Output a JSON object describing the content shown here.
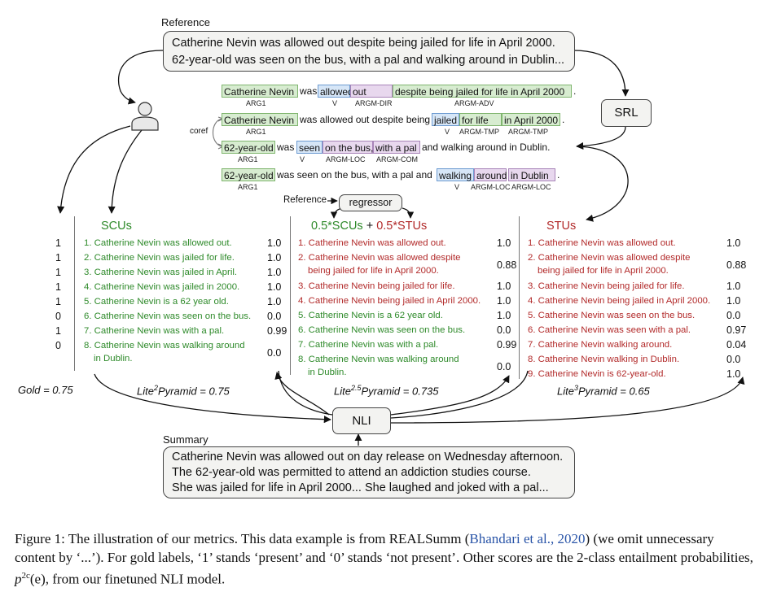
{
  "reference": {
    "label": "Reference",
    "lines": [
      "Catherine Nevin was allowed out despite being jailed for life in April 2000.",
      "62-year-old was seen on the bus, with a pal and walking around in Dublin..."
    ]
  },
  "nodes": {
    "srl": "SRL",
    "regressor": "regressor",
    "nli": "NLI",
    "regressor_input": "Reference",
    "coref": "coref"
  },
  "srl": {
    "rows": [
      {
        "tokens": [
          {
            "t": "Catherine Nevin",
            "c": "g"
          },
          {
            "t": " was ",
            "c": "t"
          },
          {
            "t": "allowed",
            "c": "b"
          },
          {
            "t": " out ",
            "c": "p"
          },
          {
            "t": "despite being jailed for life in April 2000",
            "c": "g"
          },
          {
            "t": ".",
            "c": "t"
          }
        ],
        "roles": [
          "ARG1",
          "V",
          "ARGM-DIR",
          "ARGM-ADV"
        ]
      },
      {
        "tokens": [
          {
            "t": "Catherine Nevin",
            "c": "g"
          },
          {
            "t": " was allowed out despite being ",
            "c": "t"
          },
          {
            "t": "jailed",
            "c": "b"
          },
          {
            "t": "for life",
            "c": "g"
          },
          {
            "t": "in April 2000",
            "c": "g"
          },
          {
            "t": ".",
            "c": "t"
          }
        ],
        "roles": [
          "ARG1",
          "V",
          "ARGM-TMP",
          "ARGM-TMP"
        ]
      },
      {
        "tokens": [
          {
            "t": "62-year-old",
            "c": "g"
          },
          {
            "t": " was ",
            "c": "t"
          },
          {
            "t": "seen",
            "c": "b"
          },
          {
            "t": "on the bus,",
            "c": "p"
          },
          {
            "t": "with a pal",
            "c": "p"
          },
          {
            "t": " and walking around in Dublin.",
            "c": "t"
          }
        ],
        "roles": [
          "ARG1",
          "V",
          "ARGM-LOC",
          "ARGM-COM"
        ]
      },
      {
        "tokens": [
          {
            "t": "62-year-old",
            "c": "g"
          },
          {
            "t": " was seen on the bus, with a pal and ",
            "c": "t"
          },
          {
            "t": "walking",
            "c": "b"
          },
          {
            "t": "around",
            "c": "p"
          },
          {
            "t": "in Dublin",
            "c": "p"
          },
          {
            "t": ".",
            "c": "t"
          }
        ],
        "roles": [
          "ARG1",
          "V",
          "ARGM-LOC",
          "ARGM-LOC"
        ]
      }
    ]
  },
  "gold_labels": [
    "1",
    "1",
    "1",
    "1",
    "1",
    "0",
    "1",
    "0"
  ],
  "scus": {
    "title": "SCUs",
    "items": [
      {
        "text": "1. Catherine Nevin was allowed out.",
        "score": "1.0"
      },
      {
        "text": "2. Catherine Nevin was jailed for life.",
        "score": "1.0"
      },
      {
        "text": "3. Catherine Nevin was jailed in April.",
        "score": "1.0"
      },
      {
        "text": "4. Catherine Nevin was jailed in 2000.",
        "score": "1.0"
      },
      {
        "text": "5. Catherine Nevin is a 62 year old.",
        "score": "1.0"
      },
      {
        "text": "6. Catherine Nevin was seen on the bus.",
        "score": "0.0"
      },
      {
        "text": "7. Catherine Nevin was with a pal.",
        "score": "0.99"
      },
      {
        "text": "8. Catherine Nevin was walking around",
        "text2": "in Dublin.",
        "score": "0.0"
      }
    ]
  },
  "mix": {
    "title_a": "0.5*SCUs",
    "title_b": " + ",
    "title_c": "0.5*STUs",
    "items": [
      {
        "text": "1. Catherine Nevin was allowed out.",
        "score": "1.0",
        "c": "red"
      },
      {
        "text": "2. Catherine Nevin was allowed despite",
        "text2": "being jailed for life in April 2000.",
        "score": "0.88",
        "c": "red"
      },
      {
        "text": "3. Catherine Nevin being jailed for life.",
        "score": "1.0",
        "c": "red"
      },
      {
        "text": "4. Catherine Nevin being jailed in April 2000.",
        "score": "1.0",
        "c": "red"
      },
      {
        "text": "5. Catherine Nevin is a 62 year old.",
        "score": "1.0",
        "c": "green"
      },
      {
        "text": "6. Catherine Nevin was seen on the bus.",
        "score": "0.0",
        "c": "green"
      },
      {
        "text": "7. Catherine Nevin was with a pal.",
        "score": "0.99",
        "c": "green"
      },
      {
        "text": "8. Catherine Nevin was walking around",
        "text2": "in Dublin.",
        "score": "0.0",
        "c": "green"
      }
    ]
  },
  "stus": {
    "title": "STUs",
    "items": [
      {
        "text": "1. Catherine Nevin was allowed out.",
        "score": "1.0"
      },
      {
        "text": "2. Catherine Nevin was allowed despite",
        "text2": "being jailed for life in April 2000.",
        "score": "0.88"
      },
      {
        "text": "3. Catherine Nevin being jailed for life.",
        "score": "1.0"
      },
      {
        "text": "4. Catherine Nevin being jailed in April 2000.",
        "score": "1.0"
      },
      {
        "text": "5. Catherine Nevin was seen on the bus.",
        "score": "0.0"
      },
      {
        "text": "6. Catherine Nevin was seen with a pal.",
        "score": "0.97"
      },
      {
        "text": "7. Catherine Nevin walking around.",
        "score": "0.04"
      },
      {
        "text": "8. Catherine Nevin walking in Dublin.",
        "score": "0.0"
      },
      {
        "text": "9. Catherine Nevin is 62-year-old.",
        "score": "1.0"
      }
    ]
  },
  "metrics": {
    "gold": "Gold = 0.75",
    "lite2_pre": "Lite",
    "lite2_sup": "2",
    "lite2_post": "Pyramid = 0.75",
    "lite25_pre": "Lite",
    "lite25_sup": "2.5",
    "lite25_post": "Pyramid = 0.735",
    "lite3_pre": "Lite",
    "lite3_sup": "3",
    "lite3_post": "Pyramid = 0.65"
  },
  "summary": {
    "label": "Summary",
    "lines": [
      "Catherine Nevin was allowed out on day release on Wednesday afternoon.",
      "The 62-year-old was permitted to attend an addiction studies course.",
      "She was jailed for life in April 2000... She laughed and joked with a pal..."
    ]
  },
  "caption": {
    "p1": "Figure 1: The illustration of our metrics. This data example is from REALSumm (",
    "cite": "Bhandari et al., 2020",
    "p2": ") (we omit unnecessary content by ‘...’). For gold labels, ‘1’ stands ‘present’ and ‘0’ stands ‘not present’. Other scores are the 2-class entailment probabilities, ",
    "formula": "p",
    "formula_sup": "2c",
    "formula_arg": "(e)",
    "p3": ", from our finetuned NLI model."
  },
  "colors": {
    "green": "#2e8a2a",
    "red": "#b22a2a",
    "arg": "#d7ecd0",
    "verb": "#d6e6f7",
    "mod": "#e8d8ee",
    "cite": "#2a55a8"
  }
}
